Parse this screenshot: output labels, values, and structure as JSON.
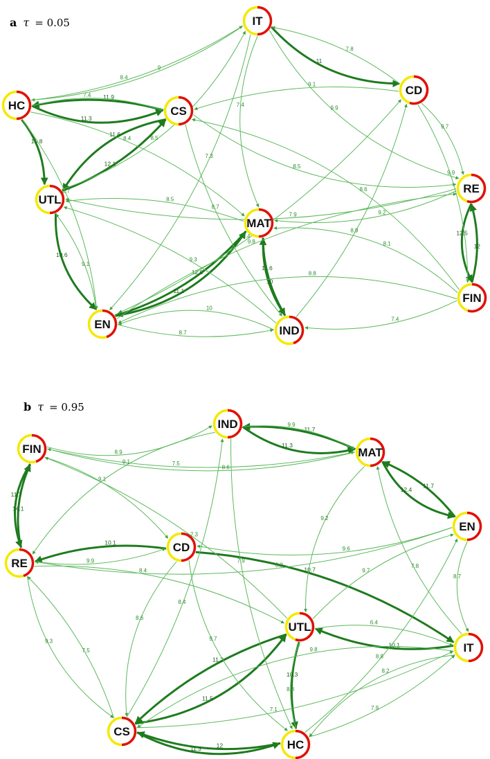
{
  "colors": {
    "edge_light": "#5cb85c",
    "edge_dark": "#1e7b1e",
    "ring_yellow": "#f5e800",
    "ring_red": "#e01010",
    "node_fill": "#ffffff"
  },
  "panels": [
    {
      "letter": "a",
      "tau_symbol": "τ",
      "tau_text": "= 0.05",
      "nodes": [
        {
          "id": "IT",
          "label": "IT",
          "red_fraction": 0.5
        },
        {
          "id": "CD",
          "label": "CD",
          "red_fraction": 0.55
        },
        {
          "id": "HC",
          "label": "HC",
          "red_fraction": 0.5
        },
        {
          "id": "CS",
          "label": "CS",
          "red_fraction": 0.5
        },
        {
          "id": "RE",
          "label": "RE",
          "red_fraction": 0.55
        },
        {
          "id": "UTL",
          "label": "UTL",
          "red_fraction": 0.5
        },
        {
          "id": "MAT",
          "label": "MAT",
          "red_fraction": 0.5
        },
        {
          "id": "FIN",
          "label": "FIN",
          "red_fraction": 0.55
        },
        {
          "id": "EN",
          "label": "EN",
          "red_fraction": 0.45
        },
        {
          "id": "IND",
          "label": "IND",
          "red_fraction": 0.45
        }
      ],
      "edges": [
        {
          "from": "HC",
          "to": "CS",
          "label": "11.3",
          "strong": true
        },
        {
          "from": "CS",
          "to": "HC",
          "label": "11.9",
          "strong": true
        },
        {
          "from": "HC",
          "to": "CS",
          "label": "7.4",
          "strong": false
        },
        {
          "from": "IT",
          "to": "CD",
          "label": "11",
          "strong": true
        },
        {
          "from": "CD",
          "to": "IT",
          "label": "7.8",
          "strong": false
        },
        {
          "from": "IT",
          "to": "HC",
          "label": "9",
          "strong": false
        },
        {
          "from": "CS",
          "to": "UTL",
          "label": "11.6",
          "strong": true
        },
        {
          "from": "UTL",
          "to": "CS",
          "label": "12.1",
          "strong": true
        },
        {
          "from": "HC",
          "to": "UTL",
          "label": "10.8",
          "strong": true
        },
        {
          "from": "UTL",
          "to": "EN",
          "label": "10.6",
          "strong": true
        },
        {
          "from": "EN",
          "to": "UTL",
          "label": "9.1",
          "strong": false
        },
        {
          "from": "MAT",
          "to": "EN",
          "label": "12.6",
          "strong": true
        },
        {
          "from": "EN",
          "to": "MAT",
          "label": "11.1",
          "strong": true
        },
        {
          "from": "MAT",
          "to": "IND",
          "label": "11.6",
          "strong": true
        },
        {
          "from": "IND",
          "to": "MAT",
          "label": "10",
          "strong": true
        },
        {
          "from": "RE",
          "to": "FIN",
          "label": "12.5",
          "strong": true
        },
        {
          "from": "FIN",
          "to": "RE",
          "label": "12",
          "strong": true
        },
        {
          "from": "CD",
          "to": "RE",
          "label": "9.7",
          "strong": false
        },
        {
          "from": "IND",
          "to": "EN",
          "label": "10",
          "strong": false
        },
        {
          "from": "EN",
          "to": "IND",
          "label": "8.7",
          "strong": false
        },
        {
          "from": "FIN",
          "to": "IND",
          "label": "7.4",
          "strong": false
        },
        {
          "from": "FIN",
          "to": "EN",
          "label": "8.8",
          "strong": false
        },
        {
          "from": "MAT",
          "to": "UTL",
          "label": "8.5",
          "strong": false
        },
        {
          "from": "RE",
          "to": "MAT",
          "label": "9.2",
          "strong": false
        },
        {
          "from": "IT",
          "to": "MAT",
          "label": "7.4",
          "strong": false
        },
        {
          "from": "CD",
          "to": "CS",
          "label": "9.1",
          "strong": false
        },
        {
          "from": "HC",
          "to": "EN",
          "label": "8.7",
          "strong": false
        },
        {
          "from": "FIN",
          "to": "MAT",
          "label": "8.1",
          "strong": false
        },
        {
          "from": "IND",
          "to": "UTL",
          "label": "9.3",
          "strong": false
        },
        {
          "from": "CD",
          "to": "FIN",
          "label": "9.9",
          "strong": false
        },
        {
          "from": "IT",
          "to": "RE",
          "label": "9.9",
          "strong": false
        },
        {
          "from": "CS",
          "to": "IND",
          "label": "8.7",
          "strong": false
        },
        {
          "from": "HC",
          "to": "MAT",
          "label": "8.4",
          "strong": false
        },
        {
          "from": "UTL",
          "to": "IT",
          "label": "8.5",
          "strong": false
        },
        {
          "from": "EN",
          "to": "CD",
          "label": "8.4",
          "strong": false
        },
        {
          "from": "RE",
          "to": "UTL",
          "label": "7.9",
          "strong": false
        },
        {
          "from": "FIN",
          "to": "CS",
          "label": "8.6",
          "strong": false
        },
        {
          "from": "IND",
          "to": "CD",
          "label": "8.9",
          "strong": false
        },
        {
          "from": "EN",
          "to": "RE",
          "label": "9.8",
          "strong": false
        },
        {
          "from": "CS",
          "to": "RE",
          "label": "8.5",
          "strong": false
        },
        {
          "from": "HC",
          "to": "IT",
          "label": "8.4",
          "strong": false
        },
        {
          "from": "IT",
          "to": "EN",
          "label": "7.3",
          "strong": false
        }
      ]
    },
    {
      "letter": "b",
      "tau_symbol": "τ",
      "tau_text": "= 0.95",
      "nodes": [
        {
          "id": "IND",
          "label": "IND",
          "red_fraction": 0.5
        },
        {
          "id": "FIN",
          "label": "FIN",
          "red_fraction": 0.45
        },
        {
          "id": "MAT",
          "label": "MAT",
          "red_fraction": 0.5
        },
        {
          "id": "EN",
          "label": "EN",
          "red_fraction": 0.5
        },
        {
          "id": "CD",
          "label": "CD",
          "red_fraction": 0.5
        },
        {
          "id": "RE",
          "label": "RE",
          "red_fraction": 0.45
        },
        {
          "id": "UTL",
          "label": "UTL",
          "red_fraction": 0.55
        },
        {
          "id": "IT",
          "label": "IT",
          "red_fraction": 0.5
        },
        {
          "id": "CS",
          "label": "CS",
          "red_fraction": 0.5
        },
        {
          "id": "HC",
          "label": "HC",
          "red_fraction": 0.5
        }
      ],
      "edges": [
        {
          "from": "IND",
          "to": "MAT",
          "label": "11.3",
          "strong": true
        },
        {
          "from": "MAT",
          "to": "IND",
          "label": "11.7",
          "strong": true
        },
        {
          "from": "IND",
          "to": "MAT",
          "label": "9.9",
          "strong": false
        },
        {
          "from": "MAT",
          "to": "EN",
          "label": "12.4",
          "strong": true
        },
        {
          "from": "EN",
          "to": "MAT",
          "label": "11.7",
          "strong": true
        },
        {
          "from": "RE",
          "to": "FIN",
          "label": "14.1",
          "strong": true
        },
        {
          "from": "FIN",
          "to": "RE",
          "label": "11.7",
          "strong": true
        },
        {
          "from": "CD",
          "to": "RE",
          "label": "10.1",
          "strong": true
        },
        {
          "from": "CD",
          "to": "IT",
          "label": "10.7",
          "strong": true
        },
        {
          "from": "CS",
          "to": "UTL",
          "label": "11.5",
          "strong": true
        },
        {
          "from": "UTL",
          "to": "CS",
          "label": "11.2",
          "strong": true
        },
        {
          "from": "HC",
          "to": "CS",
          "label": "12",
          "strong": true
        },
        {
          "from": "CS",
          "to": "HC",
          "label": "11.3",
          "strong": true
        },
        {
          "from": "UTL",
          "to": "HC",
          "label": "10.3",
          "strong": true
        },
        {
          "from": "IT",
          "to": "UTL",
          "label": "10.1",
          "strong": true
        },
        {
          "from": "FIN",
          "to": "IND",
          "label": "8.9",
          "strong": false
        },
        {
          "from": "FIN",
          "to": "MAT",
          "label": "7.5",
          "strong": false
        },
        {
          "from": "MAT",
          "to": "FIN",
          "label": "8.6",
          "strong": false
        },
        {
          "from": "EN",
          "to": "IT",
          "label": "8.7",
          "strong": false
        },
        {
          "from": "RE",
          "to": "CD",
          "label": "9.9",
          "strong": false
        },
        {
          "from": "RE",
          "to": "UTL",
          "label": "8.4",
          "strong": false
        },
        {
          "from": "RE",
          "to": "CS",
          "label": "9.3",
          "strong": false
        },
        {
          "from": "CS",
          "to": "RE",
          "label": "7.5",
          "strong": false
        },
        {
          "from": "UTL",
          "to": "IT",
          "label": "6.4",
          "strong": false
        },
        {
          "from": "IT",
          "to": "HC",
          "label": "8.2",
          "strong": false
        },
        {
          "from": "HC",
          "to": "IT",
          "label": "7.9",
          "strong": false
        },
        {
          "from": "UTL",
          "to": "EN",
          "label": "9.7",
          "strong": false
        },
        {
          "from": "CD",
          "to": "HC",
          "label": "9.7",
          "strong": false
        },
        {
          "from": "IND",
          "to": "HC",
          "label": "7.9",
          "strong": false
        },
        {
          "from": "EN",
          "to": "CD",
          "label": "9.6",
          "strong": false
        },
        {
          "from": "MAT",
          "to": "UTL",
          "label": "9.2",
          "strong": false
        },
        {
          "from": "CS",
          "to": "IT",
          "label": "7.1",
          "strong": false
        },
        {
          "from": "FIN",
          "to": "CD",
          "label": "9.1",
          "strong": false
        },
        {
          "from": "IND",
          "to": "RE",
          "label": "9.1",
          "strong": false
        },
        {
          "from": "CS",
          "to": "IND",
          "label": "8.4",
          "strong": false
        },
        {
          "from": "EN",
          "to": "RE",
          "label": "8.2",
          "strong": false
        },
        {
          "from": "IT",
          "to": "CS",
          "label": "9.8",
          "strong": false
        },
        {
          "from": "HC",
          "to": "EN",
          "label": "8.8",
          "strong": false
        },
        {
          "from": "IT",
          "to": "MAT",
          "label": "7.8",
          "strong": false
        },
        {
          "from": "CD",
          "to": "CS",
          "label": "8.6",
          "strong": false
        },
        {
          "from": "UTL",
          "to": "FIN",
          "label": "7.3",
          "strong": false
        },
        {
          "from": "HC",
          "to": "UTL",
          "label": "8.8",
          "strong": false
        }
      ]
    }
  ]
}
